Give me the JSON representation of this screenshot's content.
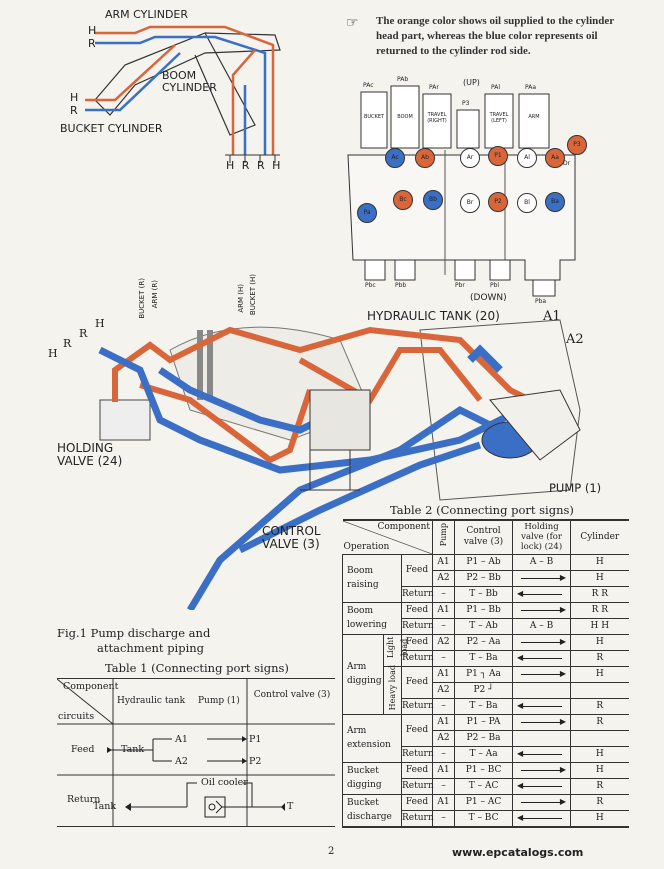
{
  "note": {
    "text": "The orange color shows oil supplied to the cylinder head part, whereas the blue color represents oil returned to the cylinder rod side."
  },
  "boom_diagram": {
    "arm_cylinder": "ARM CYLINDER",
    "boom_cylinder": "BOOM CYLINDER",
    "bucket_cylinder": "BUCKET CYLINDER",
    "h": "H",
    "r": "R",
    "ports_bottom": [
      "H",
      "R",
      "R",
      "H"
    ]
  },
  "valve_diagram": {
    "up": "(UP)",
    "down": "(DOWN)",
    "top_labels": [
      "PAc",
      "PAb",
      "PAr",
      "P3",
      "PAl",
      "PAa"
    ],
    "top_names": [
      "BUCKET",
      "BOOM",
      "TRAVEL (RIGHT)",
      "TRAVEL (LEFT)",
      "ARM"
    ],
    "ports_orange": [
      "Ab",
      "P1",
      "Aa",
      "Bc",
      "P2",
      "P3"
    ],
    "ports_blue": [
      "Ac",
      "Bb",
      "Ba",
      "Pa"
    ],
    "ports_plain": [
      "Ar",
      "Al",
      "Br",
      "Bl"
    ],
    "bottom_labels": [
      "Pbc",
      "Pbb",
      "Pbr",
      "Pbl",
      "Pba"
    ],
    "dr": "Dr"
  },
  "piping": {
    "hydraulic_tank": "HYDRAULIC TANK (20)",
    "a1": "A1",
    "a2": "A2",
    "pump": "PUMP (1)",
    "holding_valve": "HOLDING VALVE (24)",
    "control_valve": "CONTROL VALVE (3)",
    "port_labels": [
      "BUCKET (R)",
      "ARM (R)",
      "ARM (H)",
      "BUCKET (H)"
    ],
    "h": "H",
    "r": "R"
  },
  "colors": {
    "orange": "#d9663a",
    "blue": "#3b6fc6"
  },
  "figure_caption": {
    "line1": "Fig.1  Pump discharge and",
    "line2": "attachment piping"
  },
  "table1": {
    "title": "Table 1  (Connecting port signs)",
    "header_component": "Component",
    "header_circuits": "circuits",
    "col_tank": "Hydraulic tank",
    "col_pump": "Pump (1)",
    "col_valve": "Control valve (3)",
    "feed": "Feed",
    "return": "Return",
    "tank": "Tank",
    "a1": "A1",
    "a2": "A2",
    "p1": "P1",
    "p2": "P2",
    "oil_cooler": "Oil cooler",
    "t": "T"
  },
  "table2": {
    "title": "Table 2  (Connecting port signs)",
    "header_component": "Component",
    "header_operation": "Operation",
    "header_pump": "Pump",
    "header_valve": "Control valve (3)",
    "header_holding": "Holding valve (for lock) (24)",
    "header_cylinder": "Cylinder",
    "light_load": "Light load",
    "heavy_load": "Heavy load",
    "rows": [
      {
        "op": "Boom raising",
        "type": "Feed",
        "pump": "A1",
        "valve": "P1 – Ab",
        "holding": "A – B",
        "cyl": "H"
      },
      {
        "op": "",
        "type": "",
        "pump": "A2",
        "valve": "P2 – Bb",
        "holding": "",
        "cyl": "H"
      },
      {
        "op": "",
        "type": "Return",
        "pump": "–",
        "valve": "T – Bb",
        "holding": "",
        "cyl": "R R"
      },
      {
        "op": "Boom lowering",
        "type": "Feed",
        "pump": "A1",
        "valve": "P1 – Bb",
        "holding": "",
        "cyl": "R R"
      },
      {
        "op": "",
        "type": "Return",
        "pump": "–",
        "valve": "T – Ab",
        "holding": "A – B",
        "cyl": "H H"
      },
      {
        "op": "Arm digging",
        "type": "Feed",
        "pump": "A2",
        "valve": "P2 – Aa",
        "holding": "",
        "cyl": "H"
      },
      {
        "op": "",
        "type": "Return",
        "pump": "–",
        "valve": "T – Ba",
        "holding": "",
        "cyl": "R"
      },
      {
        "op": "",
        "type": "Feed",
        "pump": "A1",
        "valve": "P1 ┐ Aa",
        "holding": "",
        "cyl": "H"
      },
      {
        "op": "",
        "type": "",
        "pump": "A2",
        "valve": "P2 ┘",
        "holding": "",
        "cyl": ""
      },
      {
        "op": "",
        "type": "Return",
        "pump": "–",
        "valve": "T – Ba",
        "holding": "",
        "cyl": "R"
      },
      {
        "op": "Arm extension",
        "type": "Feed",
        "pump": "A1",
        "valve": "P1 – PA",
        "holding": "",
        "cyl": "R"
      },
      {
        "op": "",
        "type": "",
        "pump": "A2",
        "valve": "P2 – Ba",
        "holding": "",
        "cyl": ""
      },
      {
        "op": "",
        "type": "Return",
        "pump": "–",
        "valve": "T – Aa",
        "holding": "",
        "cyl": "H"
      },
      {
        "op": "Bucket digging",
        "type": "Feed",
        "pump": "A1",
        "valve": "P1 – BC",
        "holding": "",
        "cyl": "H"
      },
      {
        "op": "",
        "type": "Return",
        "pump": "–",
        "valve": "T – AC",
        "holding": "",
        "cyl": "R"
      },
      {
        "op": "Bucket discharge",
        "type": "Feed",
        "pump": "A1",
        "valve": "P1 – AC",
        "holding": "",
        "cyl": "R"
      },
      {
        "op": "",
        "type": "Return",
        "pump": "–",
        "valve": "T – BC",
        "holding": "",
        "cyl": "H"
      }
    ]
  },
  "footer": {
    "page_number": "2",
    "website": "www.epcatalogs.com"
  }
}
